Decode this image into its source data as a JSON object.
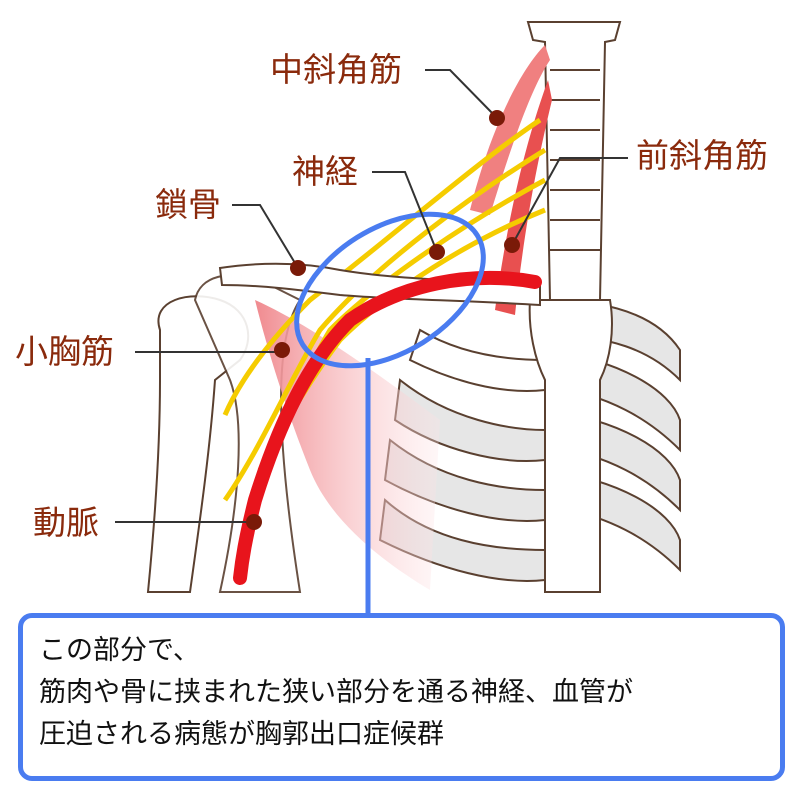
{
  "labels": {
    "middle_scalene": "中斜角筋",
    "nerve": "神経",
    "anterior_scalene": "前斜角筋",
    "clavicle": "鎖骨",
    "pectoralis_minor": "小胸筋",
    "artery": "動脈"
  },
  "callout": {
    "line1": "この部分で、",
    "line2": "筋肉や骨に挟まれた狭い部分を通る神経、血管が",
    "line3": "圧迫される病態が胸郭出口症候群"
  },
  "colors": {
    "label": "#8a2a0c",
    "highlight": "#4a7cf0",
    "artery": "#e8141c",
    "nerve": "#f5cc00",
    "muscle": "#f0a0a0"
  }
}
